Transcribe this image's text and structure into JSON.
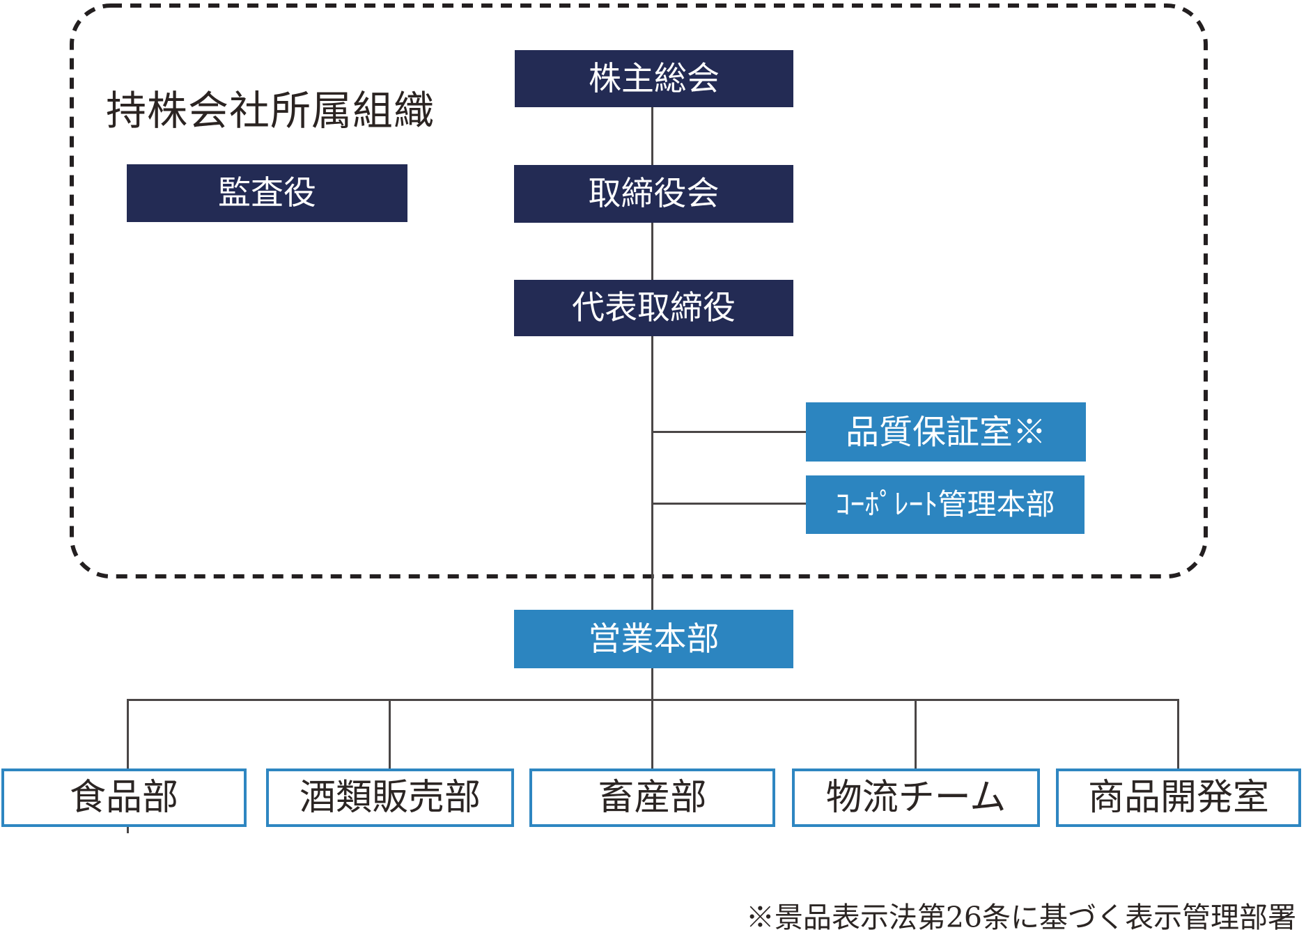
{
  "org_chart": {
    "group_label": "持株会社所属組織",
    "governance": {
      "shareholders_meeting": "株主総会",
      "auditor": "監査役",
      "board_of_directors": "取締役会",
      "representative_director": "代表取締役"
    },
    "holding_departments": {
      "quality_assurance_office": "品質保証室※",
      "corporate_management_hq": "ｺｰﾎﾟﾚｰﾄ管理本部"
    },
    "sales_hq": "営業本部",
    "sales_departments": [
      "食品部",
      "酒類販売部",
      "畜産部",
      "物流チーム",
      "商品開発室"
    ],
    "footnote": "※景品表示法第26条に基づく表示管理部署",
    "colors": {
      "navy_box": "#232b54",
      "blue_box": "#2c85c0",
      "white_box_border": "#2e86c1",
      "connector_line": "#4a4646",
      "dashed_border": "#231f20",
      "dark_text": "#2b2523"
    }
  }
}
